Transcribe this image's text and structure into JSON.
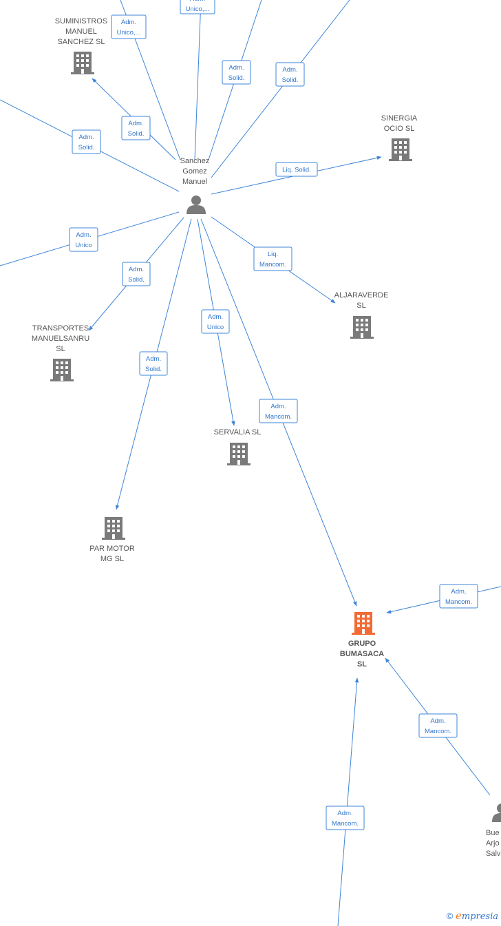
{
  "colors": {
    "edge": "#3d85d8",
    "company": "#7a7a7a",
    "highlight": "#f26a35",
    "person": "#7a7a7a"
  },
  "nodes": [
    {
      "id": "person-main",
      "kind": "person",
      "icon": "person-icon",
      "lines": [
        "Sanchez",
        "Gomez",
        "Manuel"
      ]
    },
    {
      "id": "suministros",
      "kind": "company",
      "icon": "building-icon",
      "lines": [
        "SUMINISTROS",
        "MANUEL",
        "SANCHEZ  SL"
      ]
    },
    {
      "id": "sinergia",
      "kind": "company",
      "icon": "building-icon",
      "lines": [
        "SINERGIA",
        "OCIO SL"
      ]
    },
    {
      "id": "aljaraverde",
      "kind": "company",
      "icon": "building-icon",
      "lines": [
        "ALJARAVERDE",
        "SL"
      ]
    },
    {
      "id": "transportes",
      "kind": "company",
      "icon": "building-icon",
      "lines": [
        "TRANSPORTES",
        "MANUELSANRU",
        "SL"
      ]
    },
    {
      "id": "servalia",
      "kind": "company",
      "icon": "building-icon",
      "lines": [
        "SERVALIA SL"
      ]
    },
    {
      "id": "parmotor",
      "kind": "company",
      "icon": "building-icon",
      "lines": [
        "PAR MOTOR",
        "MG  SL"
      ]
    },
    {
      "id": "grupo",
      "kind": "company",
      "highlight": true,
      "icon": "building-icon",
      "lines": [
        "GRUPO",
        "BUMASACA",
        "SL"
      ]
    },
    {
      "id": "person-bue",
      "kind": "person",
      "icon": "person-icon",
      "lines": [
        "Bue",
        "Arjo",
        "Salv"
      ]
    }
  ],
  "edges": [
    {
      "id": "e-unico-top",
      "label": [
        "Adm.",
        "Unico,..."
      ]
    },
    {
      "id": "e-suministros-1",
      "label": [
        "Adm.",
        "Unico,..."
      ]
    },
    {
      "id": "e-solid-a",
      "label": [
        "Adm.",
        "Solid."
      ]
    },
    {
      "id": "e-solid-b",
      "label": [
        "Adm.",
        "Solid."
      ]
    },
    {
      "id": "e-suministros-2",
      "label": [
        "Adm.",
        "Solid."
      ]
    },
    {
      "id": "e-left-solid",
      "label": [
        "Adm.",
        "Solid."
      ]
    },
    {
      "id": "e-sinergia",
      "label": [
        "Liq.  Solid."
      ]
    },
    {
      "id": "e-left-unico",
      "label": [
        "Adm.",
        "Unico"
      ]
    },
    {
      "id": "e-aljaraverde",
      "label": [
        "Liq.",
        "Mancom."
      ]
    },
    {
      "id": "e-transportes",
      "label": [
        "Adm.",
        "Solid."
      ]
    },
    {
      "id": "e-servalia",
      "label": [
        "Adm.",
        "Unico"
      ]
    },
    {
      "id": "e-parmotor",
      "label": [
        "Adm.",
        "Solid."
      ]
    },
    {
      "id": "e-grupo-main",
      "label": [
        "Adm.",
        "Mancom."
      ]
    },
    {
      "id": "e-grupo-right",
      "label": [
        "Adm.",
        "Mancom."
      ]
    },
    {
      "id": "e-grupo-bue",
      "label": [
        "Adm.",
        "Mancom."
      ]
    },
    {
      "id": "e-grupo-bottom",
      "label": [
        "Adm.",
        "Mancom."
      ]
    }
  ],
  "brand": {
    "copyright": "©",
    "initial": "e",
    "rest": "mpresia"
  }
}
